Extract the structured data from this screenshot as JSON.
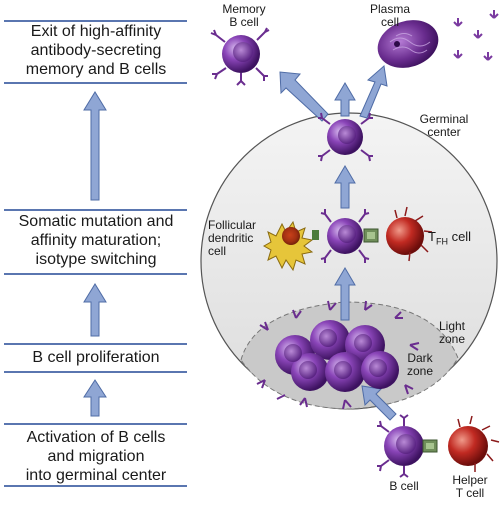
{
  "stages": [
    {
      "lines": [
        "Exit of high-affinity",
        "antibody-secreting",
        "memory and B cells"
      ]
    },
    {
      "lines": [
        "Somatic mutation and",
        "affinity maturation;",
        "isotype switching"
      ]
    },
    {
      "lines": [
        "B cell proliferation"
      ]
    },
    {
      "lines": [
        "Activation of B cells",
        "and migration",
        "into germinal center"
      ]
    }
  ],
  "labels": {
    "memory_b_cell": [
      "Memory",
      "B cell"
    ],
    "plasma_cell": [
      "Plasma",
      "cell"
    ],
    "germinal_center": [
      "Germinal",
      "center"
    ],
    "follicular_dc": [
      "Follicular",
      "dendritic",
      "cell"
    ],
    "tfh_main": "T",
    "tfh_sub": "FH",
    "tfh_tail": " cell",
    "light_zone": [
      "Light",
      "zone"
    ],
    "dark_zone": [
      "Dark",
      "zone"
    ],
    "b_cell": "B cell",
    "helper_t_cell": [
      "Helper",
      "T cell"
    ]
  },
  "colors": {
    "arrow": "#8fa6d4",
    "arrow_stroke": "#4f6ca6",
    "b_cell": "#6a2d8f",
    "t_cell": "#b3201f",
    "dc": "#c9541b",
    "germinal_bg": "#eaeaea"
  }
}
